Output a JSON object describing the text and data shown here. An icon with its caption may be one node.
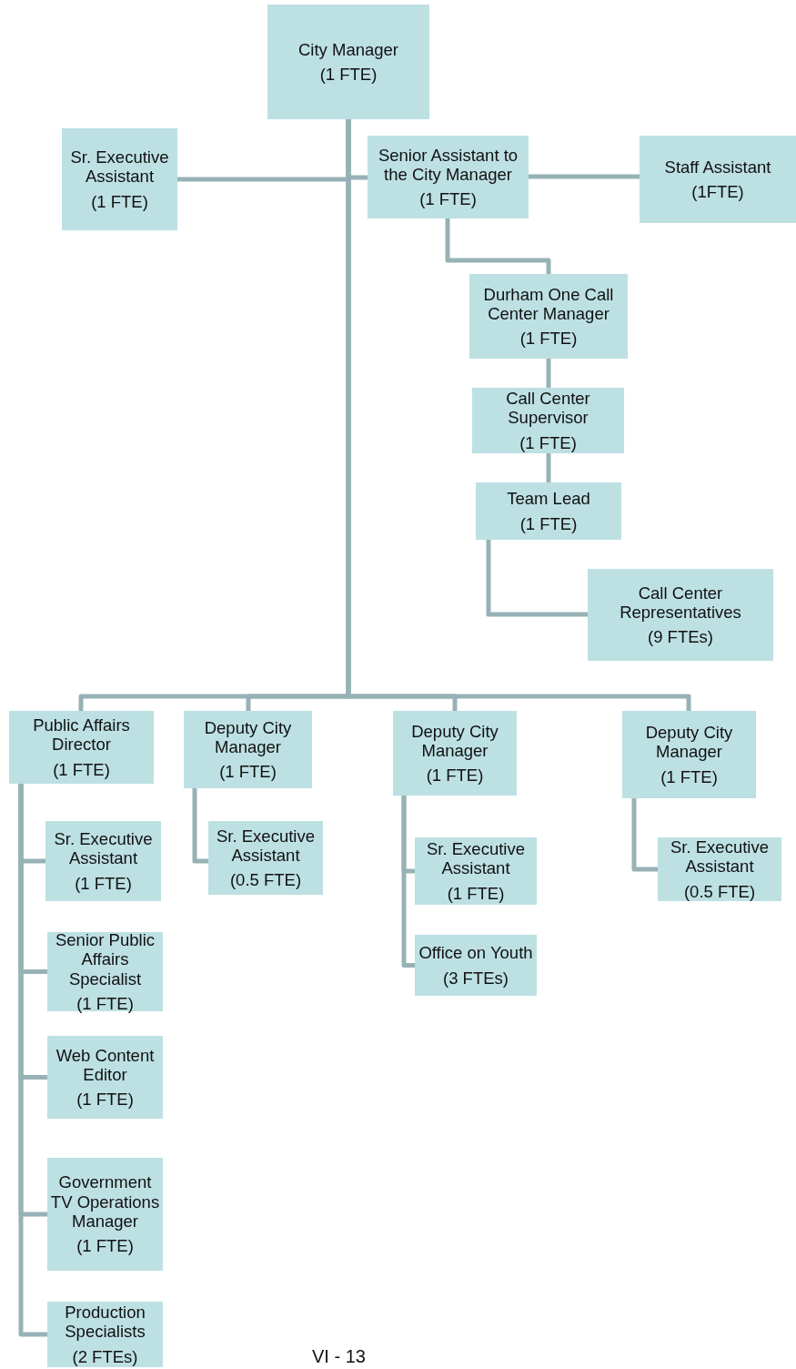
{
  "diagram": {
    "nodes": [
      {
        "text": [
          "City Manager",
          "(1 FTE)"
        ]
      },
      {
        "text": [
          "Sr. Executive Assistant",
          "(1 FTE)"
        ]
      },
      {
        "text": [
          "Senior Assistant to the City Manager",
          "(1 FTE)"
        ]
      },
      {
        "text": [
          "Staff Assistant",
          "(1FTE)"
        ]
      },
      {
        "text": [
          "Durham One Call Center Manager",
          "(1 FTE)"
        ]
      },
      {
        "text": [
          "Call Center Supervisor",
          "(1 FTE)"
        ]
      },
      {
        "text": [
          "Team Lead",
          "(1 FTE)"
        ]
      },
      {
        "text": [
          "Call Center Representatives",
          "(9 FTEs)"
        ]
      },
      {
        "text": [
          "Public Affairs Director",
          "(1 FTE)"
        ]
      },
      {
        "text": [
          "Deputy City Manager",
          "(1 FTE)"
        ]
      },
      {
        "text": [
          "Deputy City Manager",
          "(1 FTE)"
        ]
      },
      {
        "text": [
          "Deputy City Manager",
          "(1 FTE)"
        ]
      },
      {
        "text": [
          "Sr. Executive Assistant",
          "(1 FTE)"
        ]
      },
      {
        "text": [
          "Senior Public Affairs Specialist",
          "(1 FTE)"
        ]
      },
      {
        "text": [
          "Web Content Editor",
          "(1 FTE)"
        ]
      },
      {
        "text": [
          "Government TV Operations Manager",
          "(1 FTE)"
        ]
      },
      {
        "text": [
          "Production Specialists",
          "(2 FTEs)"
        ]
      },
      {
        "text": [
          "Sr. Executive Assistant",
          "(0.5 FTE)"
        ]
      },
      {
        "text": [
          "Sr. Executive Assistant",
          "(1 FTE)"
        ]
      },
      {
        "text": [
          "Office on Youth",
          "(3 FTEs)"
        ]
      },
      {
        "text": [
          "Sr. Executive Assistant",
          "(0.5 FTE)"
        ]
      }
    ],
    "edges": [
      {
        "from": 0,
        "to": 1,
        "arrow": "none"
      },
      {
        "from": 0,
        "to": 2,
        "arrow": "none"
      },
      {
        "from": 2,
        "to": 3,
        "arrow": "none"
      },
      {
        "from": 2,
        "to": 4,
        "arrow": "none"
      },
      {
        "from": 4,
        "to": 5,
        "arrow": "none"
      },
      {
        "from": 5,
        "to": 6,
        "arrow": "none"
      },
      {
        "from": 6,
        "to": 7,
        "arrow": "none"
      },
      {
        "from": 0,
        "to": 8,
        "arrow": "none"
      },
      {
        "from": 0,
        "to": 9,
        "arrow": "none"
      },
      {
        "from": 0,
        "to": 10,
        "arrow": "none"
      },
      {
        "from": 0,
        "to": 11,
        "arrow": "none"
      },
      {
        "from": 8,
        "to": 12,
        "arrow": "none"
      },
      {
        "from": 8,
        "to": 13,
        "arrow": "none"
      },
      {
        "from": 8,
        "to": 14,
        "arrow": "none"
      },
      {
        "from": 8,
        "to": 15,
        "arrow": "none"
      },
      {
        "from": 8,
        "to": 16,
        "arrow": "none"
      },
      {
        "from": 9,
        "to": 17,
        "arrow": "none"
      },
      {
        "from": 10,
        "to": 18,
        "arrow": "none"
      },
      {
        "from": 10,
        "to": 19,
        "arrow": "none"
      },
      {
        "from": 11,
        "to": 20,
        "arrow": "none"
      }
    ],
    "labels": [
      "VI - 13"
    ]
  }
}
